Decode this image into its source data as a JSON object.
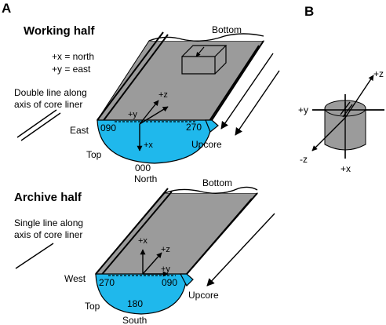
{
  "panels": {
    "a_label": "A",
    "b_label": "B"
  },
  "working": {
    "title": "Working half",
    "def_x": "+x = north",
    "def_y": "+y = east",
    "liner_note_1": "Double line along",
    "liner_note_2": "axis of core liner",
    "bottom": "Bottom",
    "east": "East",
    "deg_090": "090",
    "deg_270": "270",
    "plus_z": "+z",
    "plus_y": "+y",
    "plus_x": "+x",
    "top": "Top",
    "deg_000": "000",
    "north": "North",
    "upcore": "Upcore"
  },
  "archive": {
    "title": "Archive half",
    "liner_note_1": "Single line along",
    "liner_note_2": "axis of core liner",
    "bottom": "Bottom",
    "west": "West",
    "deg_270": "270",
    "deg_090": "090",
    "plus_x": "+x",
    "plus_z": "+z",
    "plus_y": "+y",
    "top": "Top",
    "deg_180": "180",
    "south": "South",
    "upcore": "Upcore"
  },
  "cylinder": {
    "plus_z": "+z",
    "plus_y": "+y",
    "minus_z": "-z",
    "plus_x": "+x"
  },
  "colors": {
    "core_face": "#1fb8ec",
    "core_surface": "#9b9b9b"
  }
}
